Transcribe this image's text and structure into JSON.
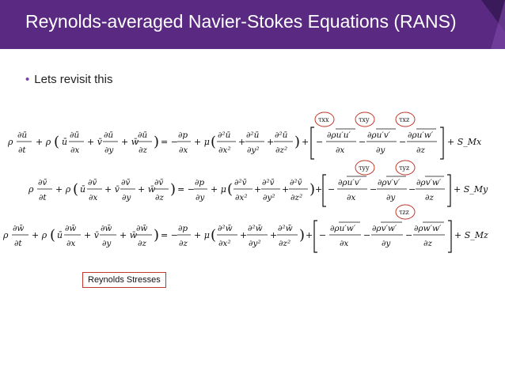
{
  "slide": {
    "title": "Reynolds-averaged Navier-Stokes Equations (RANS)",
    "bullet": "Lets revisit this",
    "box_label": "Reynolds Stresses",
    "header_color": "#5a2a83",
    "accent_color": "#c0392b"
  },
  "equations": {
    "row1": {
      "lhs": [
        "ρ",
        "∂ū",
        "∂t",
        "+ ρ",
        "ū",
        "∂ū",
        "∂x",
        "+ v̄",
        "∂ū",
        "∂y",
        "+ w̄",
        "∂ū",
        "∂z"
      ],
      "rhs": [
        "= −",
        "∂p",
        "∂x",
        "+ μ",
        "∂²ū",
        "∂x²",
        "∂²ū",
        "∂y²",
        "∂²ū",
        "∂z²"
      ],
      "stress": [
        "∂ρu′u′",
        "∂x",
        "∂ρu′v′",
        "∂y",
        "∂ρu′w′",
        "∂z"
      ],
      "source": "+ S_Mx"
    },
    "row2": {
      "lhs": [
        "ρ",
        "∂v̄",
        "∂t",
        "+ ρ",
        "ū",
        "∂v̄",
        "∂x",
        "+ v̄",
        "∂v̄",
        "∂y",
        "+ w̄",
        "∂v̄",
        "∂z"
      ],
      "rhs": [
        "= −",
        "∂p",
        "∂y",
        "+ μ",
        "∂²v̄",
        "∂x²",
        "∂²v̄",
        "∂y²",
        "∂²v̄",
        "∂z²"
      ],
      "stress": [
        "∂ρu′v′",
        "∂x",
        "∂ρv′v′",
        "∂y",
        "∂ρv′w′",
        "∂z"
      ],
      "source": "+ S_My"
    },
    "row3": {
      "lhs": [
        "ρ",
        "∂w̄",
        "∂t",
        "+ ρ",
        "ū",
        "∂w̄",
        "∂x",
        "+ v̄",
        "∂w̄",
        "∂y",
        "+ w̄",
        "∂w̄",
        "∂z"
      ],
      "rhs": [
        "= −",
        "∂p",
        "∂z",
        "+ μ",
        "∂²w̄",
        "∂x²",
        "∂²w̄",
        "∂y²",
        "∂²w̄",
        "∂z²"
      ],
      "stress": [
        "∂ρu′w′",
        "∂x",
        "∂ρv′w′",
        "∂y",
        "∂ρw′w′",
        "∂z"
      ],
      "source": "+ S_Mz"
    }
  },
  "tau_labels": {
    "xx": "τxx",
    "xy": "τxy",
    "xz": "τxz",
    "yy": "τyy",
    "yz": "τyz",
    "zz": "τzz"
  }
}
